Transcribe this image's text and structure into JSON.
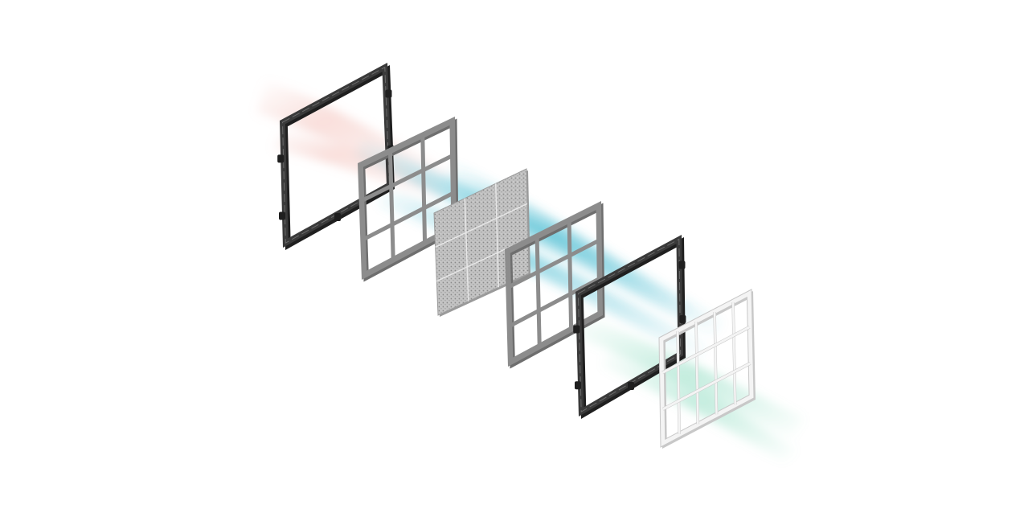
{
  "diagram": {
    "type": "exploded-view",
    "subject": "air-filter-assembly",
    "colors": {
      "background": "#ffffff",
      "airflow_warm": "#f2b8b0",
      "airflow_cool": "#3fb8cf",
      "airflow_green": "#7fd8b8",
      "dark_frame": "#3a3a3a",
      "dark_frame_edge": "#1f1f1f",
      "gray_frame": "#8c8c8c",
      "gray_frame_edge": "#6e6e6e",
      "mesh_fill": "#b9b9b9",
      "mesh_dot": "#8a8a8a",
      "white_grille": "#f4f4f4",
      "white_grille_edge": "#c8c8c8"
    },
    "layers": [
      {
        "name": "outer-frame-back",
        "style": "dark-frame",
        "grid": [
          0,
          0
        ]
      },
      {
        "name": "grid-frame-front",
        "style": "gray-frame",
        "grid": [
          3,
          3
        ]
      },
      {
        "name": "filter-media-panel",
        "style": "mesh",
        "grid": [
          3,
          3
        ]
      },
      {
        "name": "grid-frame-rear",
        "style": "gray-frame",
        "grid": [
          3,
          3
        ]
      },
      {
        "name": "outer-frame-front",
        "style": "dark-frame",
        "grid": [
          0,
          0
        ]
      },
      {
        "name": "front-grille-panel",
        "style": "white-grille",
        "grid": [
          5,
          3
        ]
      }
    ]
  }
}
